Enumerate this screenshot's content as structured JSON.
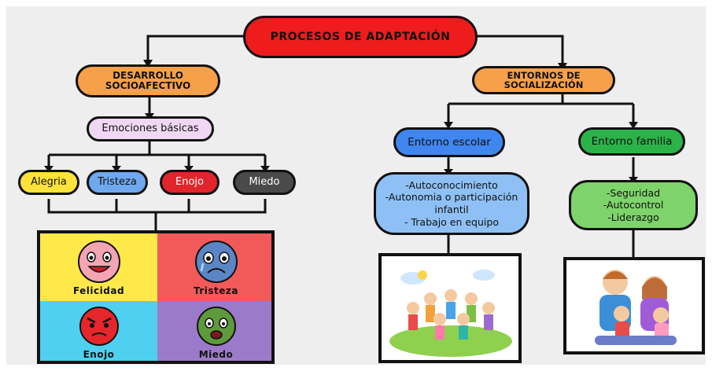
{
  "title": "PROCESOS DE ADAPTACIÓN",
  "left_branch": {
    "label_line1": "DESARROLLO",
    "label_line2": "SOCIOAFECTIVO",
    "emotions_node": "Emociones básicas",
    "emotions": [
      "Alegria",
      "Tristeza",
      "Enojo",
      "Miedo"
    ],
    "faces": [
      "Felicidad",
      "Tristeza",
      "Enojo",
      "Miedo"
    ]
  },
  "right_branch": {
    "label_line1": "ENTORNOS DE",
    "label_line2": "SOCIALIZACIÓN",
    "school": {
      "label": "Entorno escolar",
      "items": [
        "-Autoconocimiento",
        "-Autonomia o participación",
        "infantil",
        "- Trabajo en equipo"
      ]
    },
    "family": {
      "label": "Entorno familia",
      "items": [
        "-Seguridad",
        "-Autocontrol",
        "-Liderazgo"
      ]
    }
  },
  "colors": {
    "title": "#ee1c1c",
    "orange": "#f7a04a",
    "lilac": "#f0d8f4",
    "yellow": "#ffe23a",
    "blue": "#6fa8ef",
    "red": "#e0252c",
    "gray": "#4a4a4a",
    "green": "#4fb84a",
    "school_box": "#8ec0f5",
    "family_box": "#7ed46b"
  }
}
